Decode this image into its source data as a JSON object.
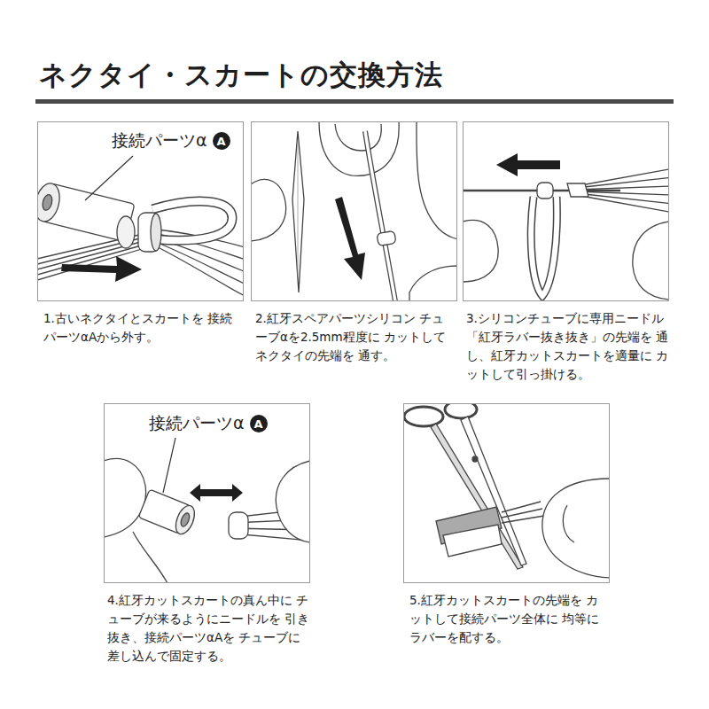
{
  "diagram": {
    "title": "ネクタイ・スカートの交換方法",
    "nodes": [
      {
        "text": [
          "1.古いネクタイとスカートを 接続パーツαAから外す。"
        ]
      },
      {
        "text": [
          "A"
        ],
        "in": 0
      },
      {
        "text": [
          "2.紅牙スペアパーツシリコン チューブαを2.5mm程度に カットしてネクタイの先端を 通す。"
        ]
      },
      {
        "text": [
          "3.シリコンチューブに専用ニードル 「紅牙ラバー抜き抜き」の先端を 通し、紅牙カットスカートを適量に カットして引っ掛ける。"
        ]
      },
      {
        "text": [
          "4.紅牙カットスカートの真ん中に チューブが来るようにニードルを 引き抜き、接続パーツαAを チューブに差し込んで固定する。"
        ]
      },
      {
        "text": [
          "A"
        ],
        "in": 4
      },
      {
        "text": [
          "5.紅牙カットスカートの先端を カットして接続パーツ全体に 均等にラバーを配する。"
        ]
      }
    ],
    "labels": [
      "接続パーツα",
      "接続パーツα"
    ]
  }
}
